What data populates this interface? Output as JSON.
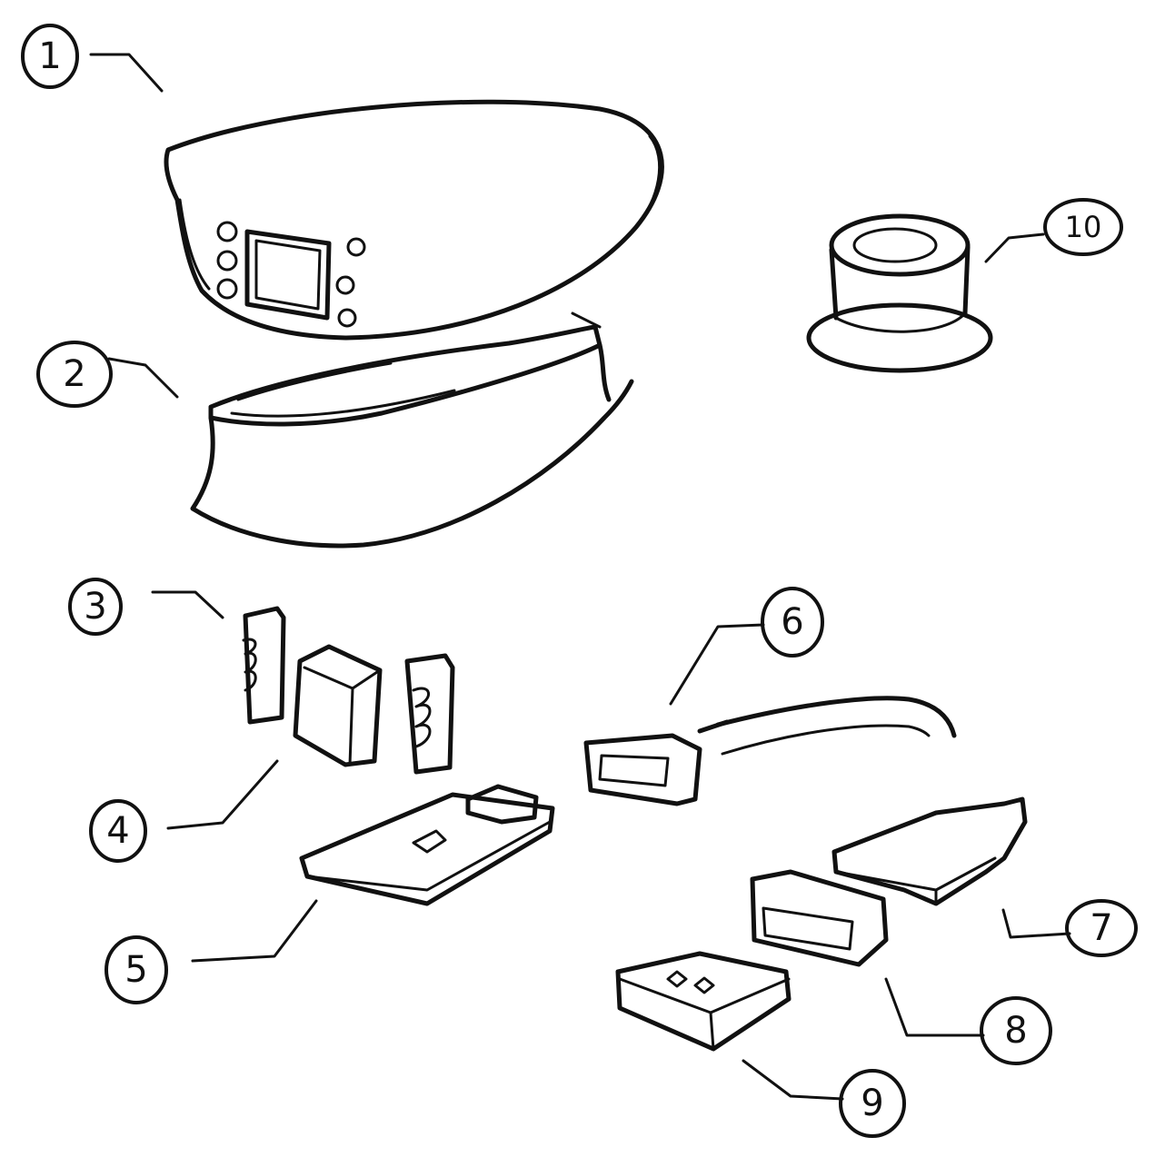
{
  "callouts": [
    {
      "label": "1"
    },
    {
      "label": "2"
    },
    {
      "label": "3"
    },
    {
      "label": "4"
    },
    {
      "label": "5"
    },
    {
      "label": "6"
    },
    {
      "label": "7"
    },
    {
      "label": "8"
    },
    {
      "label": "9"
    },
    {
      "label": "10"
    }
  ],
  "colors": {
    "ink": "#111111",
    "paper": "#ffffff"
  }
}
